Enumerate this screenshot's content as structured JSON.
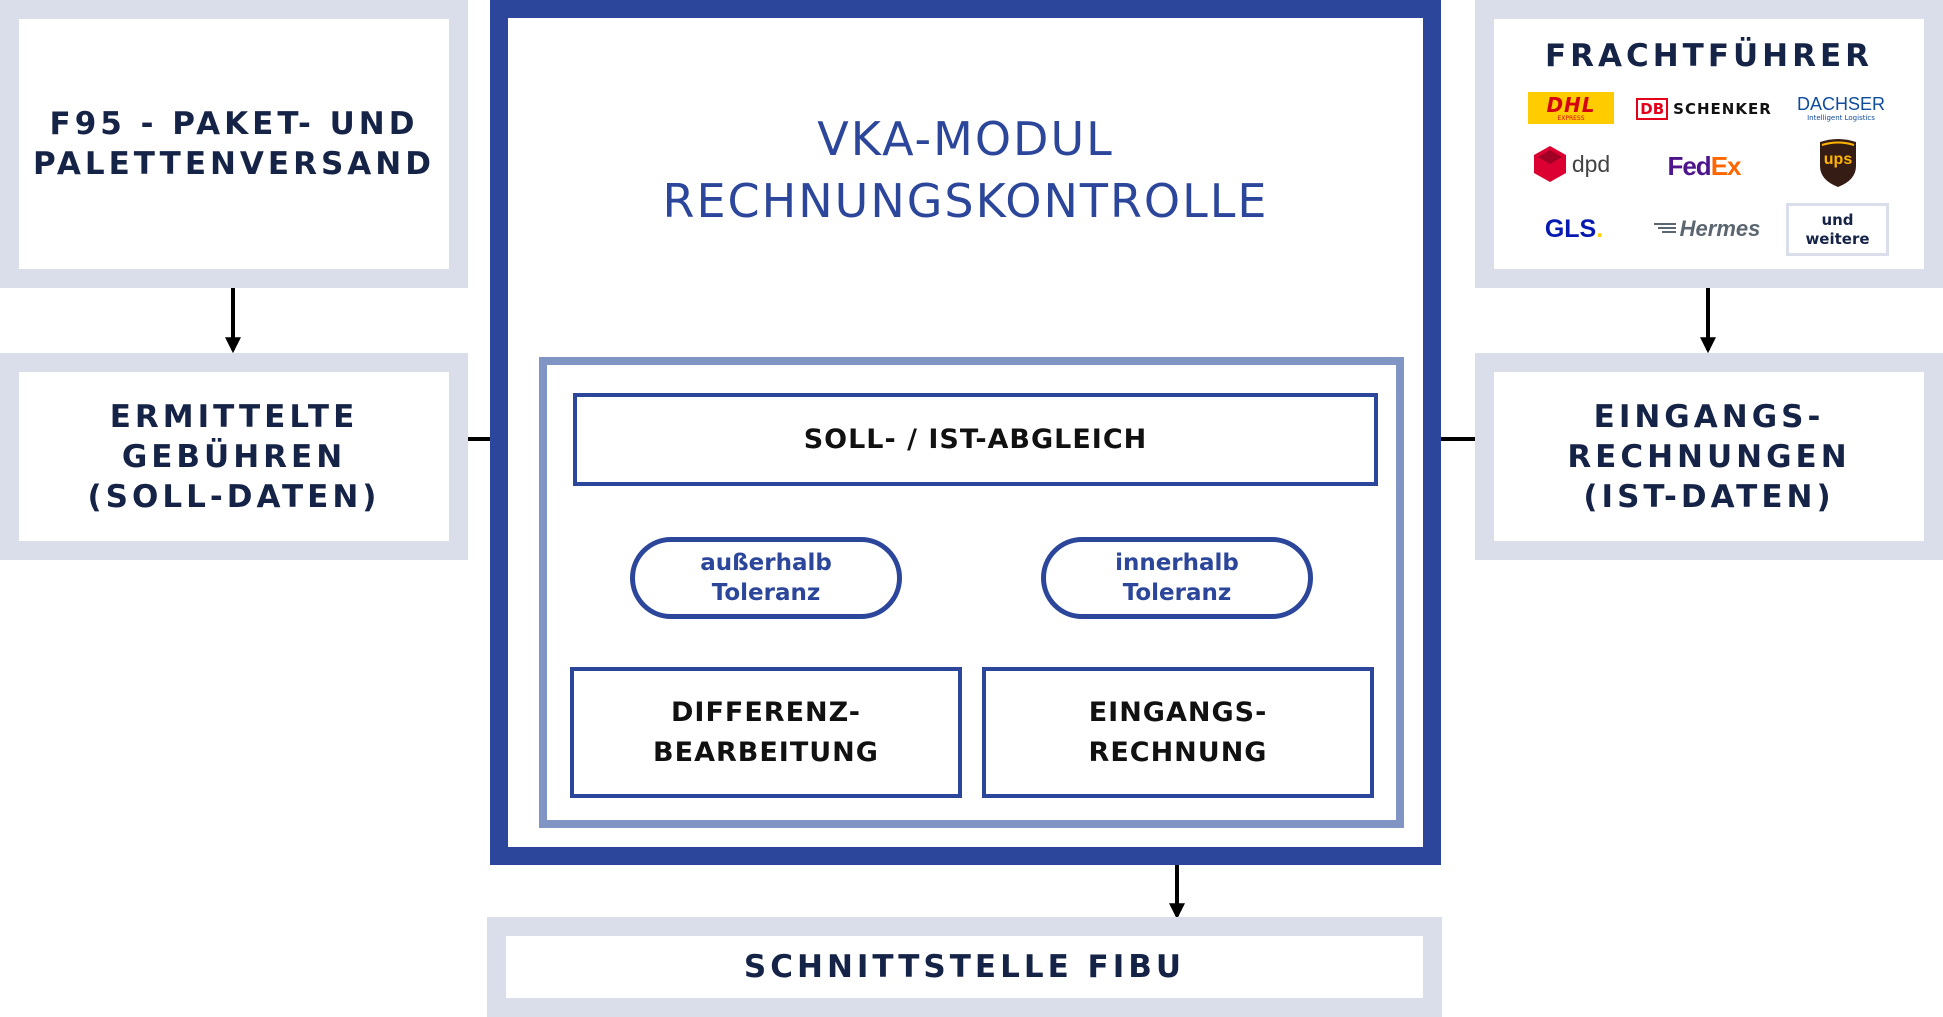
{
  "source_box": {
    "label": "F95 - PAKET- UND\nPALETTENVERSAND"
  },
  "soll_box": {
    "label": "ERMITTELTE\nGEBÜHREN\n(SOLL-DATEN)"
  },
  "module": {
    "title": "VKA-MODUL\nRECHNUNGSKONTROLLE",
    "compare_label": "SOLL- / IST-ABGLEICH",
    "outside_tolerance": "außerhalb\nToleranz",
    "inside_tolerance": "innerhalb\nToleranz",
    "difference_label": "DIFFERENZ-\nBEARBEITUNG",
    "incoming_label": "EINGANGS-\nRECHNUNG"
  },
  "carriers": {
    "title": "FRACHTFÜHRER",
    "logos": {
      "dhl": "DHL",
      "dhl_sub": "EXPRESS",
      "db": "DB",
      "schenker": "SCHENKER",
      "dachser": "DACHSER",
      "dachser_sub": "Intelligent Logistics",
      "dpd": "dpd",
      "fedex_fed": "Fed",
      "fedex_ex": "Ex",
      "ups": "ups",
      "gls": "GLS",
      "gls_dot": ".",
      "hermes": "Hermes"
    },
    "more": "und\nweitere"
  },
  "ist_box": {
    "label": "EINGANGS-\nRECHNUNGEN\n(IST-DATEN)"
  },
  "fibu_box": {
    "label": "SCHNITTSTELLE FIBU"
  },
  "colors": {
    "navy": "#152347",
    "module_blue": "#2b469a",
    "light_frame": "#d9deea",
    "inner_frame": "#8195c5",
    "dhl_yellow": "#ffcc00",
    "dhl_red": "#d40511",
    "dpd_red": "#dc0032",
    "fedex_purple": "#4d148c",
    "fedex_orange": "#ff6600",
    "ups_brown": "#351c15",
    "ups_gold": "#ffb500",
    "gls_blue": "#061ab1",
    "gls_yellow": "#ffd100",
    "dachser_blue": "#0f4c9b"
  }
}
